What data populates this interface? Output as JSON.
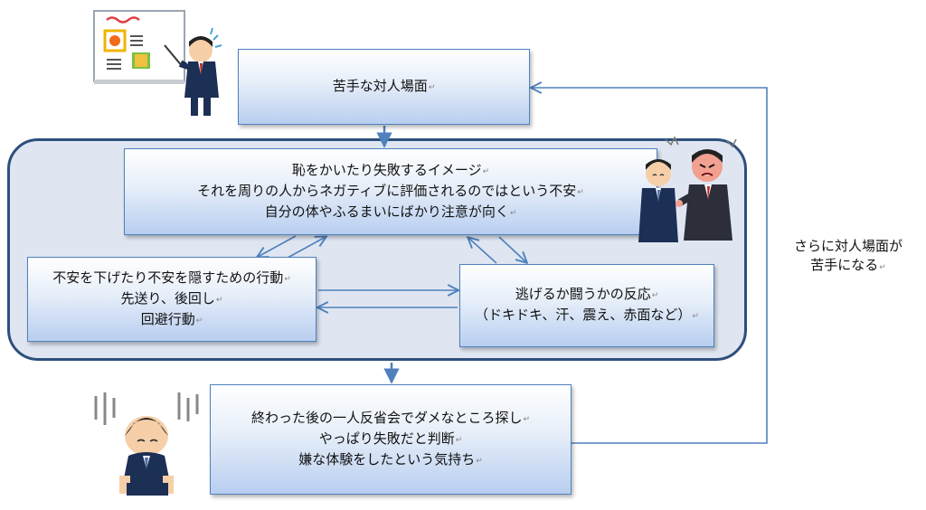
{
  "diagram": {
    "box_trigger": {
      "lines": [
        "苦手な対人場面"
      ]
    },
    "box_thoughts": {
      "lines": [
        "恥をかいたり失敗するイメージ",
        "それを周りの人からネガティブに評価されるのではという不安",
        "自分の体やふるまいにばかり注意が向く"
      ]
    },
    "box_safety": {
      "lines": [
        "不安を下げたり不安を隠すための行動",
        "先送り、後回し",
        "回避行動"
      ]
    },
    "box_response": {
      "lines": [
        "逃げるか闘うかの反応",
        "（ドキドキ、汗、震え、赤面など）"
      ]
    },
    "box_aftermath": {
      "lines": [
        "終わった後の一人反省会でダメなところ探し",
        "やっぱり失敗だと判断",
        "嫌な体験をしたという気持ち"
      ]
    },
    "feedback_label": {
      "lines": [
        "さらに対人場面が",
        "苦手になる"
      ]
    },
    "colors": {
      "box_border": "#4f81bd",
      "group_border": "#2e4f7d",
      "group_fill": "#dfe6f1",
      "arrow": "#4f81bd"
    }
  }
}
